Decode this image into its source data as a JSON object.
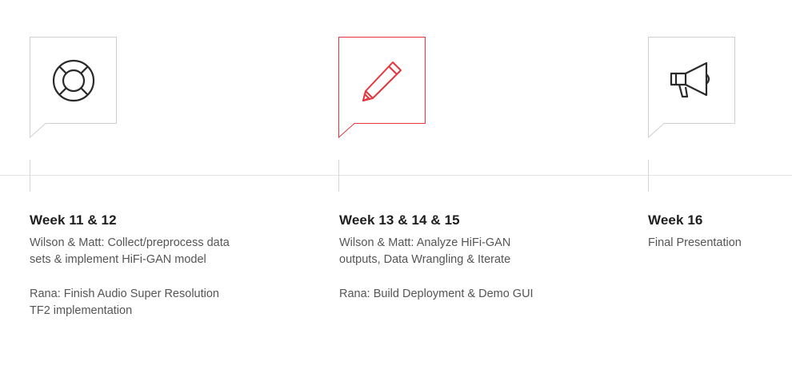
{
  "colors": {
    "accent": "#e8353b",
    "neutral_border": "#d0d0d0",
    "icon_dark": "#2a2a2a"
  },
  "milestones": [
    {
      "icon": "lifebuoy-icon",
      "active": false,
      "title": "Week 11 & 12",
      "paragraphs": [
        "Wilson & Matt: Collect/preprocess data sets & implement HiFi-GAN model",
        "Rana: Finish Audio Super Resolution TF2 implementation"
      ]
    },
    {
      "icon": "pencil-icon",
      "active": true,
      "title": "Week 13 & 14 & 15",
      "paragraphs": [
        "Wilson & Matt: Analyze HiFi-GAN outputs, Data Wrangling & Iterate",
        "Rana: Build Deployment & Demo GUI"
      ]
    },
    {
      "icon": "megaphone-icon",
      "active": false,
      "title": "Week 16",
      "paragraphs": [
        "Final Presentation"
      ]
    }
  ]
}
